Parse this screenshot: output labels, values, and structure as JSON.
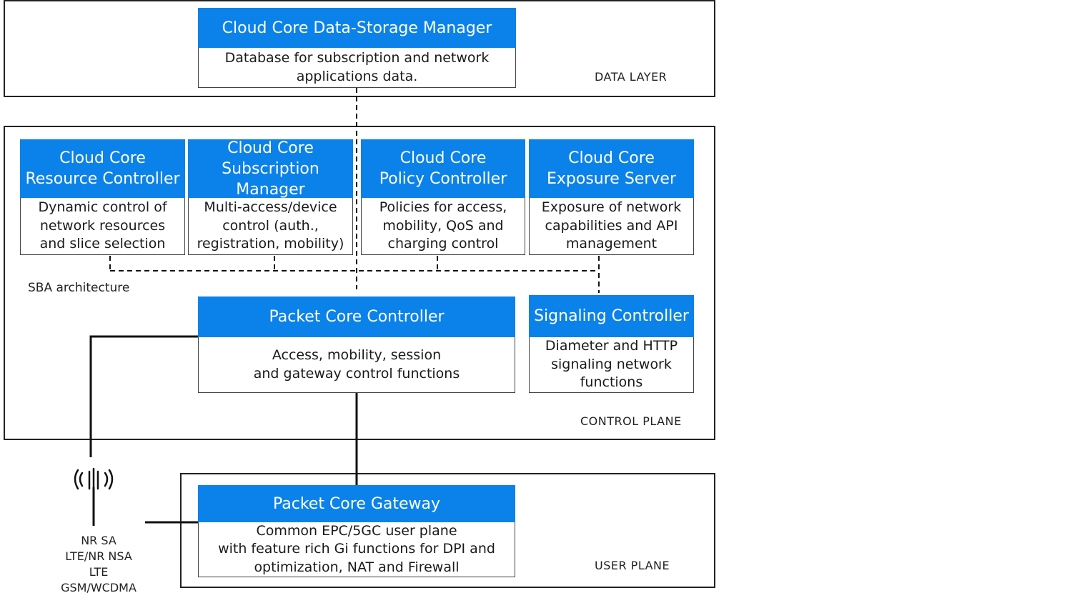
{
  "layers": {
    "data": "DATA LAYER",
    "control": "CONTROL PLANE",
    "user": "USER PLANE"
  },
  "nodes": {
    "dsm": {
      "title": "Cloud Core Data-Storage Manager",
      "desc": "Database for subscription and network\napplications data."
    },
    "rc": {
      "title": "Cloud Core\nResource Controller",
      "desc": "Dynamic control of\nnetwork resources\nand slice selection"
    },
    "sm": {
      "title": "Cloud Core\nSubscription Manager",
      "desc": "Multi-access/device\ncontrol (auth.,\nregistration, mobility)"
    },
    "pc": {
      "title": "Cloud Core\nPolicy Controller",
      "desc": "Policies for access,\nmobility, QoS and\ncharging control"
    },
    "es": {
      "title": "Cloud Core\nExposure Server",
      "desc": "Exposure of network\ncapabilities and API\nmanagement"
    },
    "pcc": {
      "title": "Packet Core Controller",
      "desc": "Access, mobility, session\nand gateway control functions"
    },
    "sc": {
      "title": "Signaling Controller",
      "desc": "Diameter and HTTP\nsignaling network\nfunctions"
    },
    "pcg": {
      "title": "Packet Core Gateway",
      "desc": "Common EPC/5GC user plane\nwith feature rich Gi functions for DPI and\noptimization, NAT and Firewall"
    }
  },
  "annotations": {
    "sba": "SBA architecture"
  },
  "access": {
    "technologies": "NR SA\nLTE/NR NSA\nLTE\nGSM/WCDMA",
    "icon": "radio-antenna-icon"
  },
  "colors": {
    "node_header": "#0a82ea",
    "border": "#222222"
  }
}
